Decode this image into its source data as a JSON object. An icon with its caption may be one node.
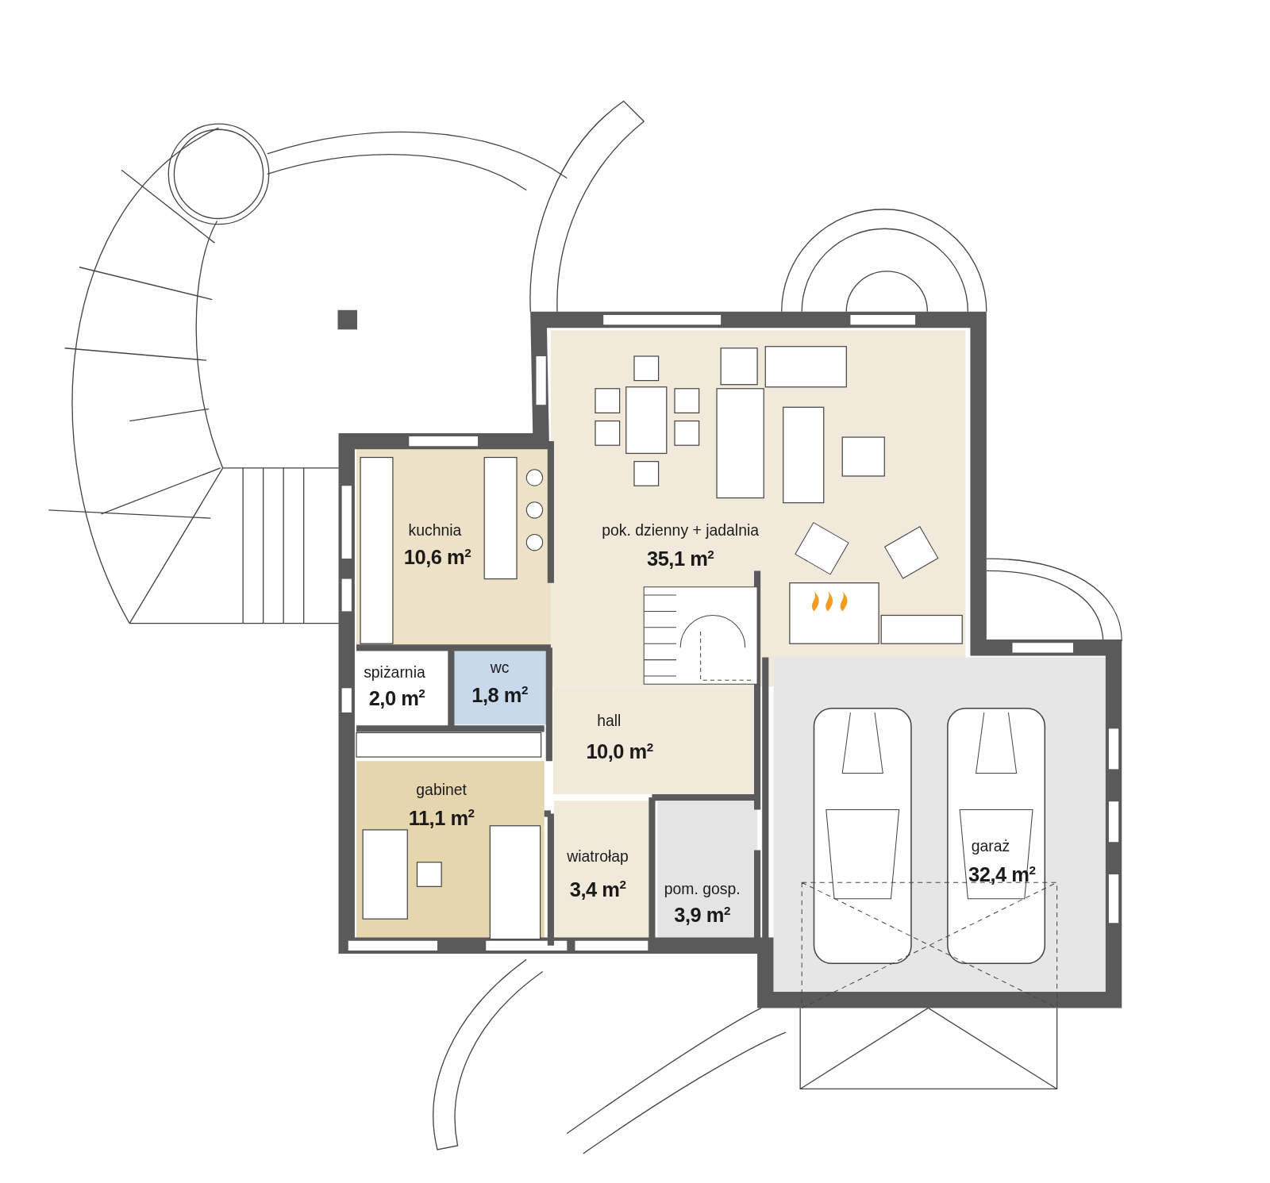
{
  "diagram": {
    "nodes": [
      {
        "text": [
          "pok. dzienny + jadalnia",
          "35,1 m$^{2}$"
        ]
      },
      {
        "text": [
          "kuchnia",
          "10,6 m$^{2}$"
        ]
      },
      {
        "text": [
          "spiżarnia",
          "2,0 m$^{2}$"
        ]
      },
      {
        "text": [
          "wc",
          "1,8 m$^{2}$"
        ]
      },
      {
        "text": [
          "hall",
          "10,0 m$^{2}$"
        ]
      },
      {
        "text": [
          "gabinet",
          "11,1 m$^{2}$"
        ]
      },
      {
        "text": [
          "wiatrołap",
          "3,4 m$^{2}$"
        ]
      },
      {
        "text": [
          "pom. gosp.",
          "3,9 m$^{2}$"
        ]
      },
      {
        "text": [
          "garaż",
          "32,4 m$^{2}$"
        ]
      }
    ]
  }
}
